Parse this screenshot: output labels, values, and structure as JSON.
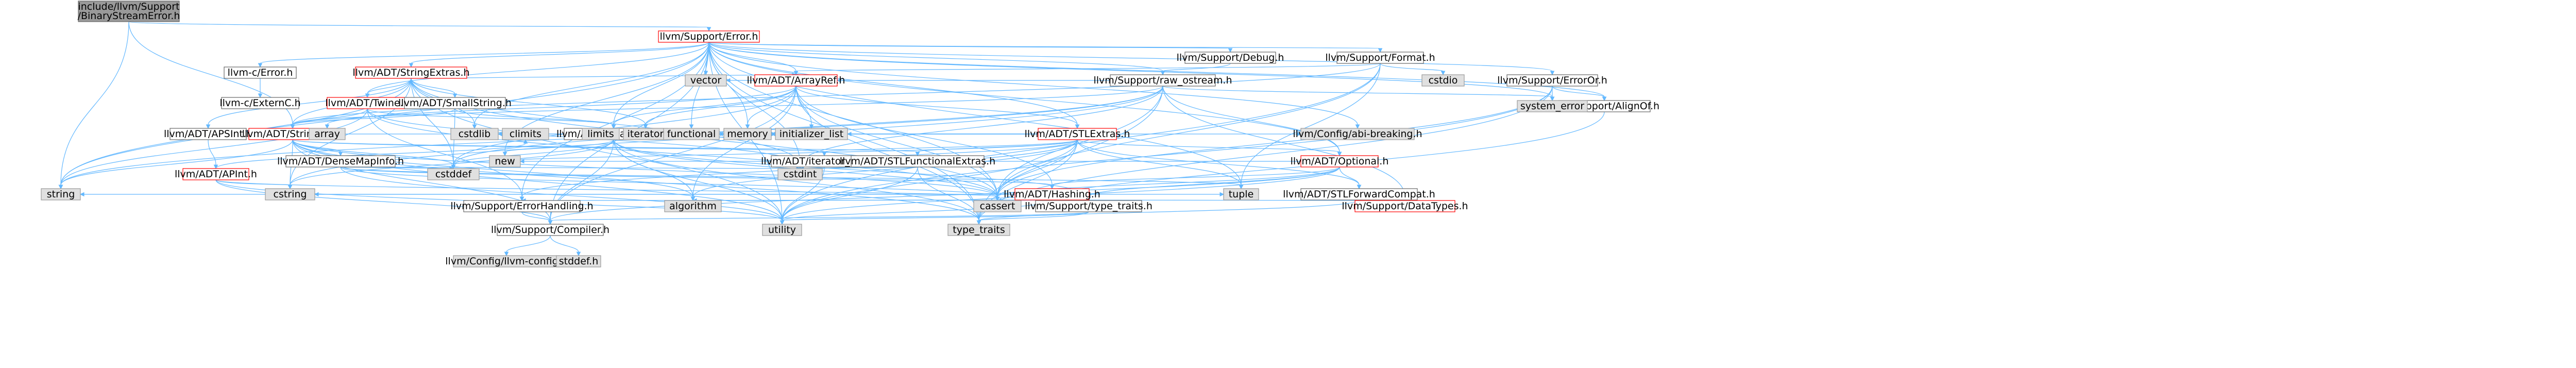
{
  "colors": {
    "root_fill": "#999999",
    "root_stroke": "#666666",
    "node_fill": "#ffffff",
    "node_stroke": "#666666",
    "red_stroke": "#ff0000",
    "external_fill": "#e0e0e0",
    "external_stroke": "#999999",
    "edge": "#63b8ff",
    "text": "#000000"
  },
  "graph": {
    "nodes": [
      {
        "id": "root",
        "lines": [
          "include/llvm/Support",
          "/BinaryStreamError.h"
        ],
        "style": "root"
      },
      {
        "id": "error",
        "lines": [
          "llvm/Support/Error.h"
        ],
        "style": "red"
      },
      {
        "id": "cerror",
        "lines": [
          "llvm-c/Error.h"
        ],
        "style": "normal"
      },
      {
        "id": "externc",
        "lines": [
          "llvm-c/ExternC.h"
        ],
        "style": "normal"
      },
      {
        "id": "stringextras",
        "lines": [
          "llvm/ADT/StringExtras.h"
        ],
        "style": "red"
      },
      {
        "id": "twine",
        "lines": [
          "llvm/ADT/Twine.h"
        ],
        "style": "red"
      },
      {
        "id": "apsint",
        "lines": [
          "llvm/ADT/APSInt.h"
        ],
        "style": "normal"
      },
      {
        "id": "apint",
        "lines": [
          "llvm/ADT/APInt.h"
        ],
        "style": "red"
      },
      {
        "id": "stringref",
        "lines": [
          "llvm/ADT/StringRef.h"
        ],
        "style": "red"
      },
      {
        "id": "smallstring",
        "lines": [
          "llvm/ADT/SmallString.h"
        ],
        "style": "normal"
      },
      {
        "id": "densemapinfo",
        "lines": [
          "llvm/ADT/DenseMapInfo.h"
        ],
        "style": "normal"
      },
      {
        "id": "arrayref",
        "lines": [
          "llvm/ADT/ArrayRef.h"
        ],
        "style": "red"
      },
      {
        "id": "smallvector",
        "lines": [
          "llvm/ADT/SmallVector.h"
        ],
        "style": "normal"
      },
      {
        "id": "iterrange",
        "lines": [
          "llvm/ADT/iterator_range.h"
        ],
        "style": "normal"
      },
      {
        "id": "stlfunc",
        "lines": [
          "llvm/ADT/STLFunctionalExtras.h"
        ],
        "style": "normal"
      },
      {
        "id": "stlextras",
        "lines": [
          "llvm/ADT/STLExtras.h"
        ],
        "style": "red"
      },
      {
        "id": "optional",
        "lines": [
          "llvm/ADT/Optional.h"
        ],
        "style": "red"
      },
      {
        "id": "hashing",
        "lines": [
          "llvm/ADT/Hashing.h"
        ],
        "style": "red"
      },
      {
        "id": "stlfwd",
        "lines": [
          "llvm/ADT/STLForwardCompat.h"
        ],
        "style": "normal"
      },
      {
        "id": "errhandling",
        "lines": [
          "llvm/Support/ErrorHandling.h"
        ],
        "style": "normal"
      },
      {
        "id": "compiler",
        "lines": [
          "llvm/Support/Compiler.h"
        ],
        "style": "normal"
      },
      {
        "id": "typetraits",
        "lines": [
          "llvm/Support/type_traits.h"
        ],
        "style": "normal"
      },
      {
        "id": "datatypes",
        "lines": [
          "llvm/Support/DataTypes.h"
        ],
        "style": "red"
      },
      {
        "id": "debug",
        "lines": [
          "llvm/Support/Debug.h"
        ],
        "style": "normal"
      },
      {
        "id": "format",
        "lines": [
          "llvm/Support/Format.h"
        ],
        "style": "normal"
      },
      {
        "id": "rawostream",
        "lines": [
          "llvm/Support/raw_ostream.h"
        ],
        "style": "normal"
      },
      {
        "id": "erroror",
        "lines": [
          "llvm/Support/ErrorOr.h"
        ],
        "style": "normal"
      },
      {
        "id": "alignof",
        "lines": [
          "llvm/Support/AlignOf.h"
        ],
        "style": "normal"
      },
      {
        "id": "abibreaking",
        "lines": [
          "llvm/Config/abi-breaking.h"
        ],
        "style": "external"
      },
      {
        "id": "llvmconfig",
        "lines": [
          "llvm/Config/llvm-config.h"
        ],
        "style": "external"
      },
      {
        "id": "stddef",
        "lines": [
          "stddef.h"
        ],
        "style": "external"
      },
      {
        "id": "string",
        "lines": [
          "string"
        ],
        "style": "external"
      },
      {
        "id": "cstring",
        "lines": [
          "cstring"
        ],
        "style": "external"
      },
      {
        "id": "cstdlib",
        "lines": [
          "cstdlib"
        ],
        "style": "external"
      },
      {
        "id": "climits",
        "lines": [
          "climits"
        ],
        "style": "external"
      },
      {
        "id": "cstddef",
        "lines": [
          "cstddef"
        ],
        "style": "external"
      },
      {
        "id": "cstdint",
        "lines": [
          "cstdint"
        ],
        "style": "external"
      },
      {
        "id": "iterator",
        "lines": [
          "iterator"
        ],
        "style": "external"
      },
      {
        "id": "functional",
        "lines": [
          "functional"
        ],
        "style": "external"
      },
      {
        "id": "memory",
        "lines": [
          "memory"
        ],
        "style": "external"
      },
      {
        "id": "initlist",
        "lines": [
          "initializer_list"
        ],
        "style": "external"
      },
      {
        "id": "vector",
        "lines": [
          "vector"
        ],
        "style": "external"
      },
      {
        "id": "new",
        "lines": [
          "new"
        ],
        "style": "external"
      },
      {
        "id": "algorithm",
        "lines": [
          "algorithm"
        ],
        "style": "external"
      },
      {
        "id": "cassert",
        "lines": [
          "cassert"
        ],
        "style": "external"
      },
      {
        "id": "tuple",
        "lines": [
          "tuple"
        ],
        "style": "external"
      },
      {
        "id": "utility",
        "lines": [
          "utility"
        ],
        "style": "external"
      },
      {
        "id": "typetraitsstd",
        "lines": [
          "type_traits"
        ],
        "style": "external"
      },
      {
        "id": "cstdio",
        "lines": [
          "cstdio"
        ],
        "style": "external"
      },
      {
        "id": "syserror",
        "lines": [
          "system_error"
        ],
        "style": "external"
      }
    ],
    "edges": [
      [
        "root",
        "error"
      ],
      [
        "root",
        "stringref"
      ],
      [
        "root",
        "string"
      ],
      [
        "error",
        "cerror"
      ],
      [
        "error",
        "stringextras"
      ],
      [
        "error",
        "twine"
      ],
      [
        "error",
        "abibreaking"
      ],
      [
        "error",
        "smallvector"
      ],
      [
        "error",
        "arrayref"
      ],
      [
        "error",
        "debug"
      ],
      [
        "error",
        "format"
      ],
      [
        "error",
        "rawostream"
      ],
      [
        "error",
        "erroror"
      ],
      [
        "error",
        "alignof"
      ],
      [
        "error",
        "errhandling"
      ],
      [
        "error",
        "compiler"
      ],
      [
        "error",
        "string"
      ],
      [
        "error",
        "vector"
      ],
      [
        "error",
        "memory"
      ],
      [
        "error",
        "functional"
      ],
      [
        "error",
        "cassert"
      ],
      [
        "error",
        "cstdint"
      ],
      [
        "error",
        "cstdlib"
      ],
      [
        "error",
        "new"
      ],
      [
        "error",
        "tuple"
      ],
      [
        "error",
        "utility"
      ],
      [
        "error",
        "typetraitsstd"
      ],
      [
        "error",
        "syserror"
      ],
      [
        "error",
        "optional"
      ],
      [
        "error",
        "stlextras"
      ],
      [
        "cerror",
        "externc"
      ],
      [
        "stringextras",
        "apsint"
      ],
      [
        "stringextras",
        "arrayref"
      ],
      [
        "stringextras",
        "smallstring"
      ],
      [
        "stringextras",
        "stringref"
      ],
      [
        "stringextras",
        "twine"
      ],
      [
        "stringextras",
        "cassert"
      ],
      [
        "stringextras",
        "cstddef"
      ],
      [
        "stringextras",
        "cstdint"
      ],
      [
        "stringextras",
        "cstdlib"
      ],
      [
        "stringextras",
        "cstring"
      ],
      [
        "stringextras",
        "iterator"
      ],
      [
        "stringextras",
        "string"
      ],
      [
        "stringextras",
        "utility"
      ],
      [
        "twine",
        "smallvector"
      ],
      [
        "twine",
        "stringref"
      ],
      [
        "twine",
        "errhandling"
      ],
      [
        "twine",
        "cassert"
      ],
      [
        "twine",
        "cstdint"
      ],
      [
        "twine",
        "string"
      ],
      [
        "apsint",
        "apint"
      ],
      [
        "apint",
        "compiler"
      ],
      [
        "apint",
        "cassert"
      ],
      [
        "apint",
        "climits"
      ],
      [
        "apint",
        "cstring"
      ],
      [
        "apint",
        "utility"
      ],
      [
        "stringref",
        "densemapinfo"
      ],
      [
        "stringref",
        "iterrange"
      ],
      [
        "stringref",
        "compiler"
      ],
      [
        "stringref",
        "algorithm"
      ],
      [
        "stringref",
        "cassert"
      ],
      [
        "stringref",
        "cstddef"
      ],
      [
        "stringref",
        "cstring"
      ],
      [
        "stringref",
        "limits"
      ],
      [
        "stringref",
        "string"
      ],
      [
        "stringref",
        "typetraitsstd"
      ],
      [
        "stringref",
        "utility"
      ],
      [
        "stringref",
        "stlfunc"
      ],
      [
        "smallstring",
        "smallvector"
      ],
      [
        "smallstring",
        "stringref"
      ],
      [
        "smallstring",
        "cstddef"
      ],
      [
        "densemapinfo",
        "cassert"
      ],
      [
        "densemapinfo",
        "cstddef"
      ],
      [
        "densemapinfo",
        "cstdint"
      ],
      [
        "densemapinfo",
        "tuple"
      ],
      [
        "densemapinfo",
        "utility"
      ],
      [
        "densemapinfo",
        "hashing"
      ],
      [
        "arrayref",
        "hashing"
      ],
      [
        "arrayref",
        "smallvector"
      ],
      [
        "arrayref",
        "stlextras"
      ],
      [
        "arrayref",
        "compiler"
      ],
      [
        "arrayref",
        "algorithm"
      ],
      [
        "arrayref",
        "array"
      ],
      [
        "arrayref",
        "cassert"
      ],
      [
        "arrayref",
        "cstddef"
      ],
      [
        "arrayref",
        "initlist"
      ],
      [
        "arrayref",
        "iterator"
      ],
      [
        "arrayref",
        "memory"
      ],
      [
        "arrayref",
        "typetraitsstd"
      ],
      [
        "arrayref",
        "vector"
      ],
      [
        "smallvector",
        "compiler"
      ],
      [
        "smallvector",
        "typetraits"
      ],
      [
        "smallvector",
        "algorithm"
      ],
      [
        "smallvector",
        "cassert"
      ],
      [
        "smallvector",
        "cstddef"
      ],
      [
        "smallvector",
        "cstdlib"
      ],
      [
        "smallvector",
        "cstring"
      ],
      [
        "smallvector",
        "functional"
      ],
      [
        "smallvector",
        "initlist"
      ],
      [
        "smallvector",
        "iterator"
      ],
      [
        "smallvector",
        "limits"
      ],
      [
        "smallvector",
        "memory"
      ],
      [
        "smallvector",
        "new"
      ],
      [
        "smallvector",
        "typetraitsstd"
      ],
      [
        "smallvector",
        "utility"
      ],
      [
        "iterrange",
        "utility"
      ],
      [
        "stlfunc",
        "cstdint"
      ],
      [
        "stlfunc",
        "typetraitsstd"
      ],
      [
        "stlfunc",
        "utility"
      ],
      [
        "stlextras",
        "stlfunc"
      ],
      [
        "stlextras",
        "stlfwd"
      ],
      [
        "stlextras",
        "iterrange"
      ],
      [
        "stlextras",
        "abibreaking"
      ],
      [
        "stlextras",
        "errhandling"
      ],
      [
        "stlextras",
        "algorithm"
      ],
      [
        "stlextras",
        "cassert"
      ],
      [
        "stlextras",
        "cstddef"
      ],
      [
        "stlextras",
        "cstdint"
      ],
      [
        "stlextras",
        "cstdlib"
      ],
      [
        "stlextras",
        "functional"
      ],
      [
        "stlextras",
        "initlist"
      ],
      [
        "stlextras",
        "iterator"
      ],
      [
        "stlextras",
        "limits"
      ],
      [
        "stlextras",
        "memory"
      ],
      [
        "stlextras",
        "optional"
      ],
      [
        "stlextras",
        "tuple"
      ],
      [
        "stlextras",
        "typetraitsstd"
      ],
      [
        "stlextras",
        "utility"
      ],
      [
        "optional",
        "hashing"
      ],
      [
        "optional",
        "stlfwd"
      ],
      [
        "optional",
        "compiler"
      ],
      [
        "optional",
        "typetraits"
      ],
      [
        "optional",
        "cassert"
      ],
      [
        "optional",
        "new"
      ],
      [
        "optional",
        "utility"
      ],
      [
        "hashing",
        "errhandling"
      ],
      [
        "hashing",
        "datatypes"
      ],
      [
        "hashing",
        "typetraits"
      ],
      [
        "hashing",
        "algorithm"
      ],
      [
        "hashing",
        "cassert"
      ],
      [
        "hashing",
        "cstring"
      ],
      [
        "hashing",
        "string"
      ],
      [
        "hashing",
        "tuple"
      ],
      [
        "hashing",
        "utility"
      ],
      [
        "stlfwd",
        "typetraitsstd"
      ],
      [
        "errhandling",
        "compiler"
      ],
      [
        "compiler",
        "llvmconfig"
      ],
      [
        "compiler",
        "stddef"
      ],
      [
        "typetraits",
        "compiler"
      ],
      [
        "typetraits",
        "typetraitsstd"
      ],
      [
        "typetraits",
        "utility"
      ],
      [
        "debug",
        "rawostream"
      ],
      [
        "format",
        "arrayref"
      ],
      [
        "format",
        "stringref"
      ],
      [
        "format",
        "cassert"
      ],
      [
        "format",
        "cstdio"
      ],
      [
        "format",
        "tuple"
      ],
      [
        "format",
        "utility"
      ],
      [
        "rawostream",
        "arrayref"
      ],
      [
        "rawostream",
        "stringref"
      ],
      [
        "rawostream",
        "datatypes"
      ],
      [
        "rawostream",
        "cassert"
      ],
      [
        "rawostream",
        "cstddef"
      ],
      [
        "rawostream",
        "cstdint"
      ],
      [
        "rawostream",
        "cstring"
      ],
      [
        "rawostream",
        "optional"
      ],
      [
        "rawostream",
        "string"
      ],
      [
        "rawostream",
        "syserror"
      ],
      [
        "rawostream",
        "typetraitsstd"
      ],
      [
        "erroror",
        "alignof"
      ],
      [
        "erroror",
        "cassert"
      ],
      [
        "erroror",
        "syserror"
      ],
      [
        "erroror",
        "typetraitsstd"
      ],
      [
        "erroror",
        "utility"
      ],
      [
        "alignof",
        "typetraitsstd"
      ]
    ]
  },
  "extra_labels": {
    "limits": "limits",
    "array": "array"
  }
}
